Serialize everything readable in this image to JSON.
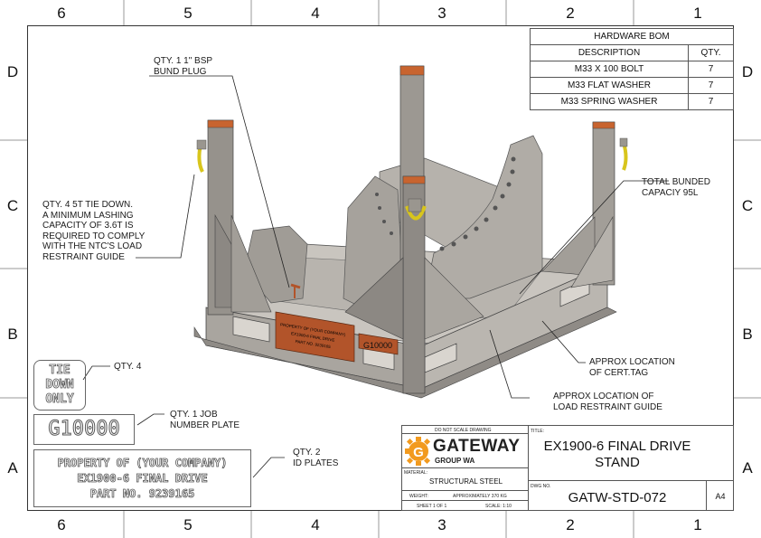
{
  "zones": {
    "columns": [
      "6",
      "5",
      "4",
      "3",
      "2",
      "1"
    ],
    "rows": [
      "D",
      "C",
      "B",
      "A"
    ]
  },
  "bom": {
    "title": "HARDWARE BOM",
    "headers": [
      "DESCRIPTION",
      "QTY."
    ],
    "rows": [
      {
        "description": "M33 X 100 BOLT",
        "qty": "7"
      },
      {
        "description": "M33 FLAT WASHER",
        "qty": "7"
      },
      {
        "description": "M33 SPRING WASHER",
        "qty": "7"
      }
    ]
  },
  "callouts": {
    "bund_plug": "QTY. 1 1\" BSP\nBUND PLUG",
    "tie_down": "QTY. 4 5T TIE DOWN.\nA MINIMUM LASHING\nCAPACITY OF 3.6T IS\nREQUIRED TO COMPLY\nWITH THE NTC'S LOAD\nRESTRAINT GUIDE",
    "bunded": "TOTAL BUNDED\nCAPACIY 95L",
    "cert_tag": "APPROX LOCATION\nOF CERT.TAG",
    "load_guide": "APPROX LOCATION OF\nLOAD RESTRAINT GUIDE",
    "qty4": "QTY. 4",
    "job_plate": "QTY. 1 JOB\nNUMBER PLATE",
    "id_plates": "QTY. 2\nID PLATES"
  },
  "plates": {
    "tie_down": [
      "TIE",
      "DOWN",
      "ONLY"
    ],
    "job_number": "G10000",
    "id_lines": [
      "PROPERTY OF (YOUR COMPANY)",
      "EX1900-6 FINAL DRIVE",
      "PART NO. 9239165"
    ]
  },
  "model_labels": {
    "id_plate_lines": [
      "PROPERTY OF (YOUR COMPANY)",
      "EX1900-6 FINAL DRIVE",
      "PART NO. 9239165"
    ],
    "job_plate": "G10000"
  },
  "title_block": {
    "do_not_scale": "DO NOT SCALE DRAWING",
    "title_label": "TITLE:",
    "title_line1": "EX1900-6 FINAL DRIVE",
    "title_line2": "STAND",
    "logo_letter": "G",
    "logo_name": "GATEWAY",
    "logo_sub": "GROUP WA",
    "material_label": "MATERIAL:",
    "material": "STRUCTURAL STEEL",
    "weight_label": "WEIGHT:",
    "weight": "APPROXIMATELY 370 KG",
    "dwg_label": "DWG NO.",
    "dwg_no": "GATW-STD-072",
    "size": "A4",
    "sheet": "SHEET 1 OF 1",
    "scale": "SCALE: 1:10"
  },
  "colors": {
    "steel": "#a9a59f",
    "steel_dark": "#7d7a75",
    "steel_light": "#c9c5bf",
    "plate_orange": "#b2542a",
    "shackle_yellow": "#d8c51c",
    "logo_orange": "#f29a1e"
  }
}
